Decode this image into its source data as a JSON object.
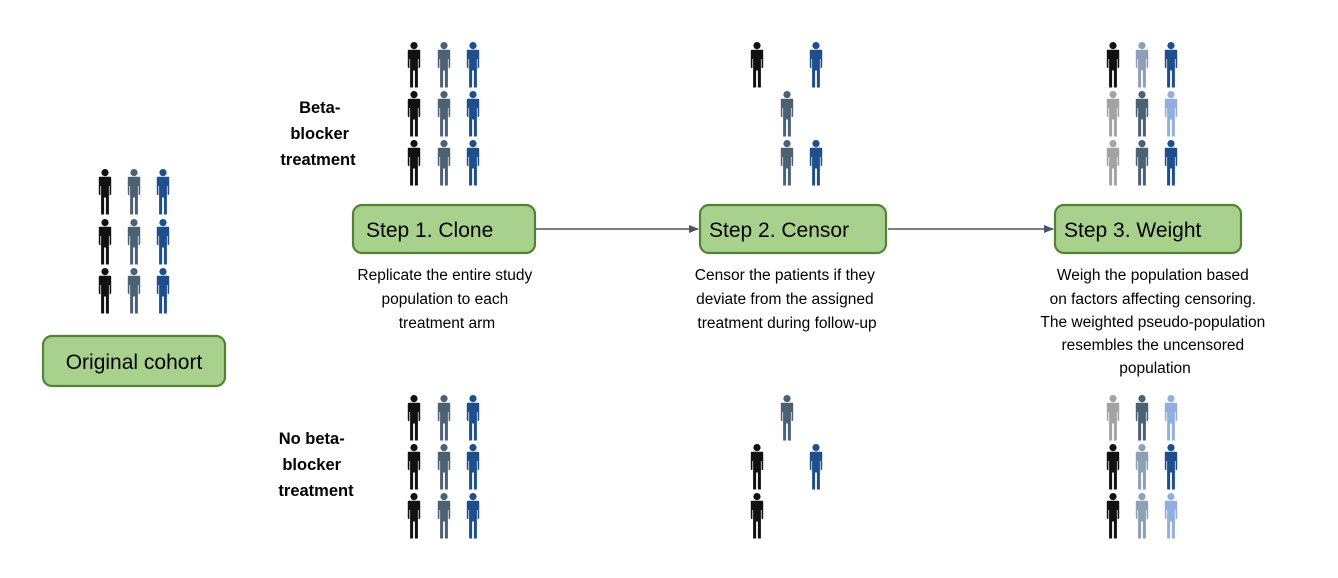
{
  "colors": {
    "black": "#111111",
    "slate": "#4d6175",
    "blue": "#1f4e8c",
    "light_gray": "#a3a3a3",
    "light_slate": "#8ea0b6",
    "light_blue": "#93aede",
    "box_fill": "#a9d18e",
    "box_stroke": "#548235",
    "arrow": "#44546a"
  },
  "origin": {
    "label": "Original cohort"
  },
  "arms": {
    "treated": {
      "label_lines": [
        "Beta-",
        "blocker",
        "treatment"
      ]
    },
    "untreated": {
      "label_lines": [
        "No beta-",
        "blocker",
        "treatment"
      ]
    }
  },
  "steps": [
    {
      "label": "Step 1. Clone",
      "description_lines": [
        "Replicate the entire study",
        "population to each",
        "treatment arm"
      ],
      "treated_figures": [
        [
          "black",
          "slate",
          "blue"
        ],
        [
          "black",
          "slate",
          "blue"
        ],
        [
          "black",
          "slate",
          "blue"
        ]
      ],
      "untreated_figures": [
        [
          "black",
          "slate",
          "blue"
        ],
        [
          "black",
          "slate",
          "blue"
        ],
        [
          "black",
          "slate",
          "blue"
        ]
      ]
    },
    {
      "label": "Step 2. Censor",
      "description_lines": [
        "Censor the patients if they",
        "deviate from the assigned",
        "treatment during follow-up"
      ],
      "treated_figures": [
        [
          "black",
          "none",
          "blue"
        ],
        [
          "none",
          "slate",
          "none"
        ],
        [
          "none",
          "slate",
          "blue"
        ]
      ],
      "untreated_figures": [
        [
          "none",
          "slate",
          "none"
        ],
        [
          "black",
          "none",
          "blue"
        ],
        [
          "black",
          "none",
          "none"
        ]
      ]
    },
    {
      "label": "Step 3. Weight",
      "description_lines": [
        "Weigh the population based",
        "on factors affecting censoring.",
        "The weighted pseudo-population",
        "resembles the uncensored",
        "population"
      ],
      "treated_figures": [
        [
          "black",
          "light_slate",
          "blue"
        ],
        [
          "light_gray",
          "slate",
          "light_blue"
        ],
        [
          "light_gray",
          "slate",
          "blue"
        ]
      ],
      "untreated_figures": [
        [
          "light_gray",
          "slate",
          "light_blue"
        ],
        [
          "black",
          "light_slate",
          "blue"
        ],
        [
          "black",
          "light_slate",
          "light_blue"
        ]
      ]
    }
  ],
  "origin_figures": [
    [
      "black",
      "slate",
      "blue"
    ],
    [
      "black",
      "slate",
      "blue"
    ],
    [
      "black",
      "slate",
      "blue"
    ]
  ]
}
